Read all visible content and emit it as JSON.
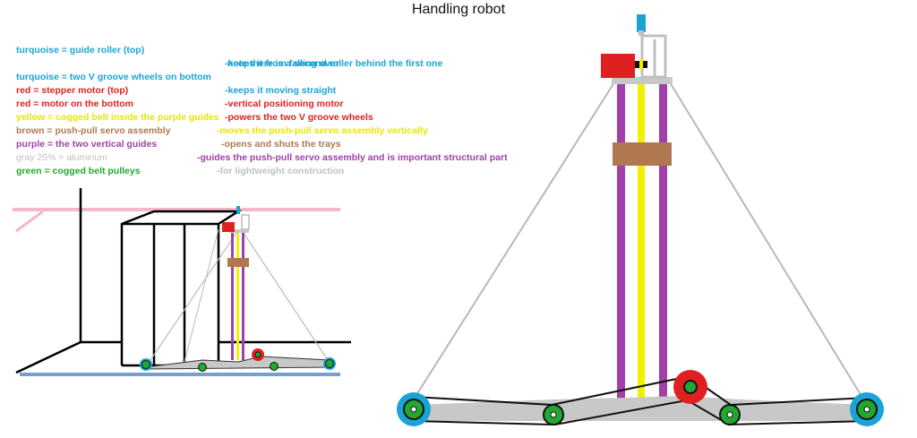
{
  "title": "Handling robot",
  "legend": [
    {
      "key": "turquoise = guide roller (top)",
      "desc": "-keeps it from falling over",
      "color": "#1aa3d4"
    },
    {
      "key": "",
      "desc": " note there is a second roller behind the first one",
      "color": "#1aa3d4"
    },
    {
      "key": "turquoise = two V groove wheels on bottom",
      "desc": "-keeps it moving straight",
      "color": "#1aa3d4"
    },
    {
      "key": "red = stepper motor (top)",
      "desc": "-vertical positioning motor",
      "color": "#e02020"
    },
    {
      "key": "red = motor on the bottom",
      "desc": "-powers the two V groove wheels",
      "color": "#e02020"
    },
    {
      "key": "yellow = cogged belt inside the purple guides",
      "desc": "-moves the push-pull servo assembly vertically",
      "color": "#e8e800"
    },
    {
      "key": "brown = push-pull servo assembly",
      "desc": "-opens and shuts the trays",
      "color": "#b07850"
    },
    {
      "key": "purple = the two vertical guides",
      "desc": "-guides the push-pull servo assembly and is important structural part",
      "color": "#a040a8"
    },
    {
      "key": "gray 25% = aluminum",
      "desc": "-for lightweight construction",
      "color": "#c0c0c0"
    },
    {
      "key": "green = cogged belt pulleys",
      "desc": "",
      "color": "#22a830"
    }
  ],
  "colors": {
    "turquoise": "#1aa3d4",
    "red": "#e02020",
    "yellow": "#f0f000",
    "brown": "#b07850",
    "purple": "#a040a8",
    "gray": "#c0c0c0",
    "green": "#22a830",
    "pink": "#f4b8c8",
    "floor": "#7aa0c8"
  }
}
